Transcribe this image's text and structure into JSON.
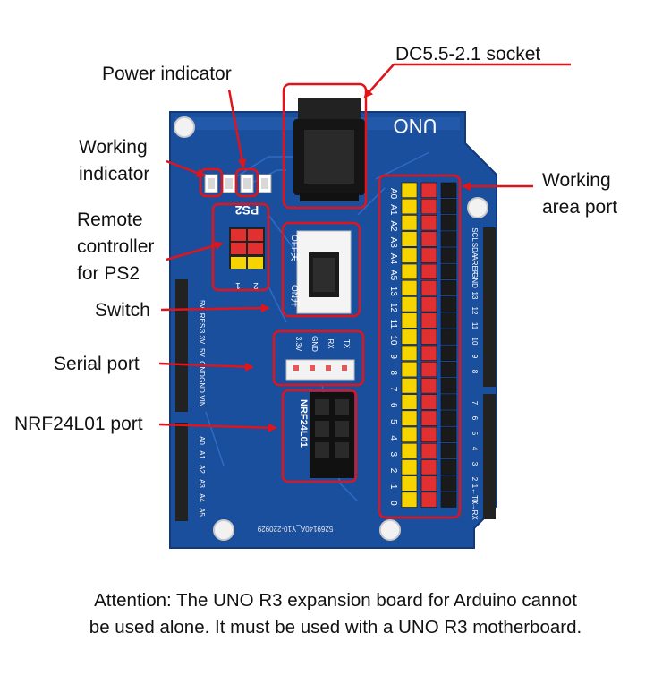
{
  "labels": {
    "dc_socket": "DC5.5-2.1 socket",
    "power_indicator": "Power indicator",
    "working_indicator_l1": "Working",
    "working_indicator_l2": "indicator",
    "working_area_l1": "Working",
    "working_area_l2": "area port",
    "remote_l1": "Remote",
    "remote_l2": "controller",
    "remote_l3": "for PS2",
    "switch": "Switch",
    "serial_port": "Serial port",
    "nrf_port": "NRF24L01 port"
  },
  "board_text": {
    "uno": "UNO",
    "ps2": "PS2",
    "off": "OFF关",
    "on": "ON开",
    "nrf": "NRF24L01",
    "serial_pins": [
      "3.3V",
      "GND",
      "RX",
      "TX"
    ],
    "serial_pin_digits": [
      "1",
      "2"
    ],
    "left_power_pins": [
      "5V",
      "RES",
      "3.3V",
      "5V",
      "GND",
      "GND",
      "VIN"
    ],
    "left_analog_pins": [
      "A0",
      "A1",
      "A2",
      "A3",
      "A4",
      "A5"
    ],
    "analog_column": [
      "A0",
      "A1",
      "A2",
      "A3",
      "A4",
      "A5"
    ],
    "digital_column": [
      "13",
      "12",
      "11",
      "10",
      "9",
      "8",
      "7",
      "6",
      "5",
      "4",
      "3",
      "2",
      "1",
      "0"
    ],
    "right_top_pins": [
      "SCL",
      "SDA",
      "AREF",
      "GND",
      "13",
      "12",
      "11",
      "10",
      "9",
      "8"
    ],
    "right_bottom_pins": [
      "7",
      "6",
      "5",
      "4",
      "3",
      "2",
      "1←TX",
      "0→RX"
    ],
    "model_code": "5269140A_Y10-220929"
  },
  "note": {
    "lead": "Attention:",
    "line1": " The UNO R3 expansion board for Arduino cannot",
    "line2": "be used alone. It must be used with a UNO R3 motherboard."
  },
  "colors": {
    "board": "#1a4f9e",
    "highlight": "#e0141a",
    "yellow_pin": "#f5d400",
    "red_pin": "#e03030",
    "black_pin": "#1a1a1a"
  }
}
